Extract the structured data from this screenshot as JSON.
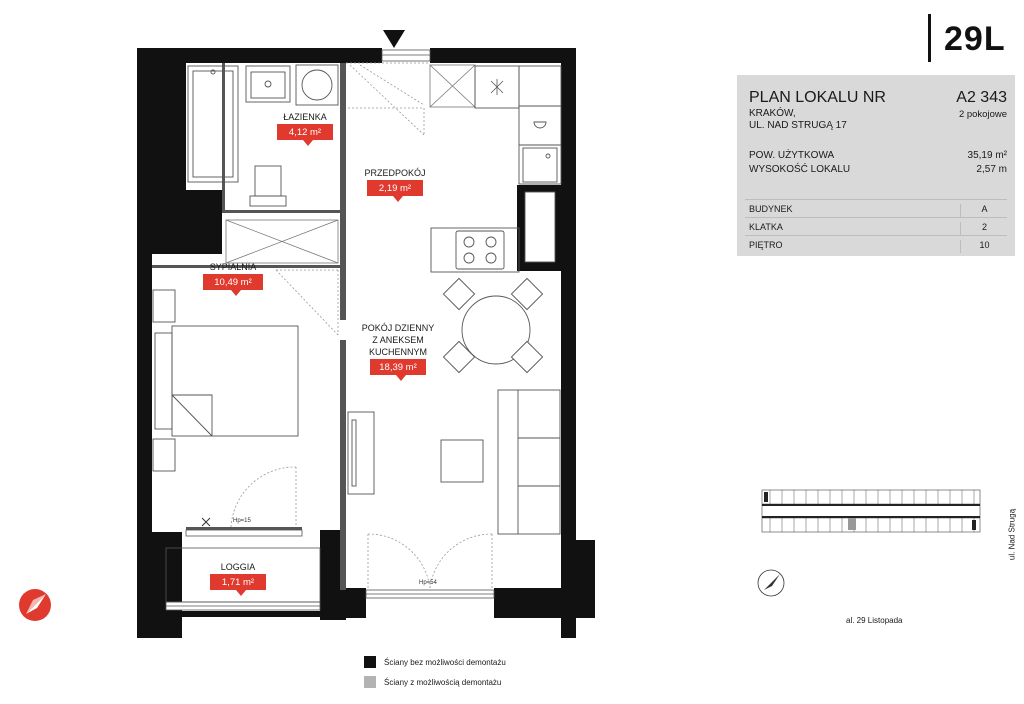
{
  "header": {
    "logo_text": "29L",
    "title": "PLAN LOKALU NR",
    "unit_number": "A2 343",
    "city": "KRAKÓW,",
    "street": "UL. NAD STRUGĄ 17",
    "rooms": "2 pokojowe"
  },
  "specs": {
    "usable_area_label": "POW. UŻYTKOWA",
    "usable_area_value": "35,19 m²",
    "height_label": "WYSOKOŚĆ LOKALU",
    "height_value": "2,57 m"
  },
  "details": [
    {
      "label": "BUDYNEK",
      "value": "A"
    },
    {
      "label": "KLATKA",
      "value": "2"
    },
    {
      "label": "PIĘTRO",
      "value": "10"
    }
  ],
  "rooms": {
    "bathroom": {
      "name": "ŁAZIENKA",
      "area": "4,12 m²"
    },
    "hall": {
      "name": "PRZEDPOKÓJ",
      "area": "2,19 m²"
    },
    "bedroom": {
      "name": "SYPIALNIA",
      "area": "10,49 m²"
    },
    "living": {
      "name_line1": "POKÓJ DZIENNY",
      "name_line2": "Z ANEKSEM",
      "name_line3": "KUCHENNYM",
      "area": "18,39 m²"
    },
    "loggia": {
      "name": "LOGGIA",
      "area": "1,71 m²"
    }
  },
  "annotations": {
    "bedroom_door_height": "Hp=15",
    "living_door_height": "Hp=54"
  },
  "streets": {
    "right": "ul. Nad Strugą",
    "bottom": "al. 29 Listopada"
  },
  "legend": [
    {
      "label": "Ściany bez możliwości demontażu",
      "color": "#111111"
    },
    {
      "label": "Ściany z możliwością demontażu",
      "color": "#b3b3b3"
    }
  ],
  "colors": {
    "accent": "#e03a2f",
    "panel": "#d9d9d9",
    "wall": "#111111"
  },
  "icons": [
    "entrance-arrow-icon",
    "compass-icon",
    "compass-small-icon"
  ]
}
